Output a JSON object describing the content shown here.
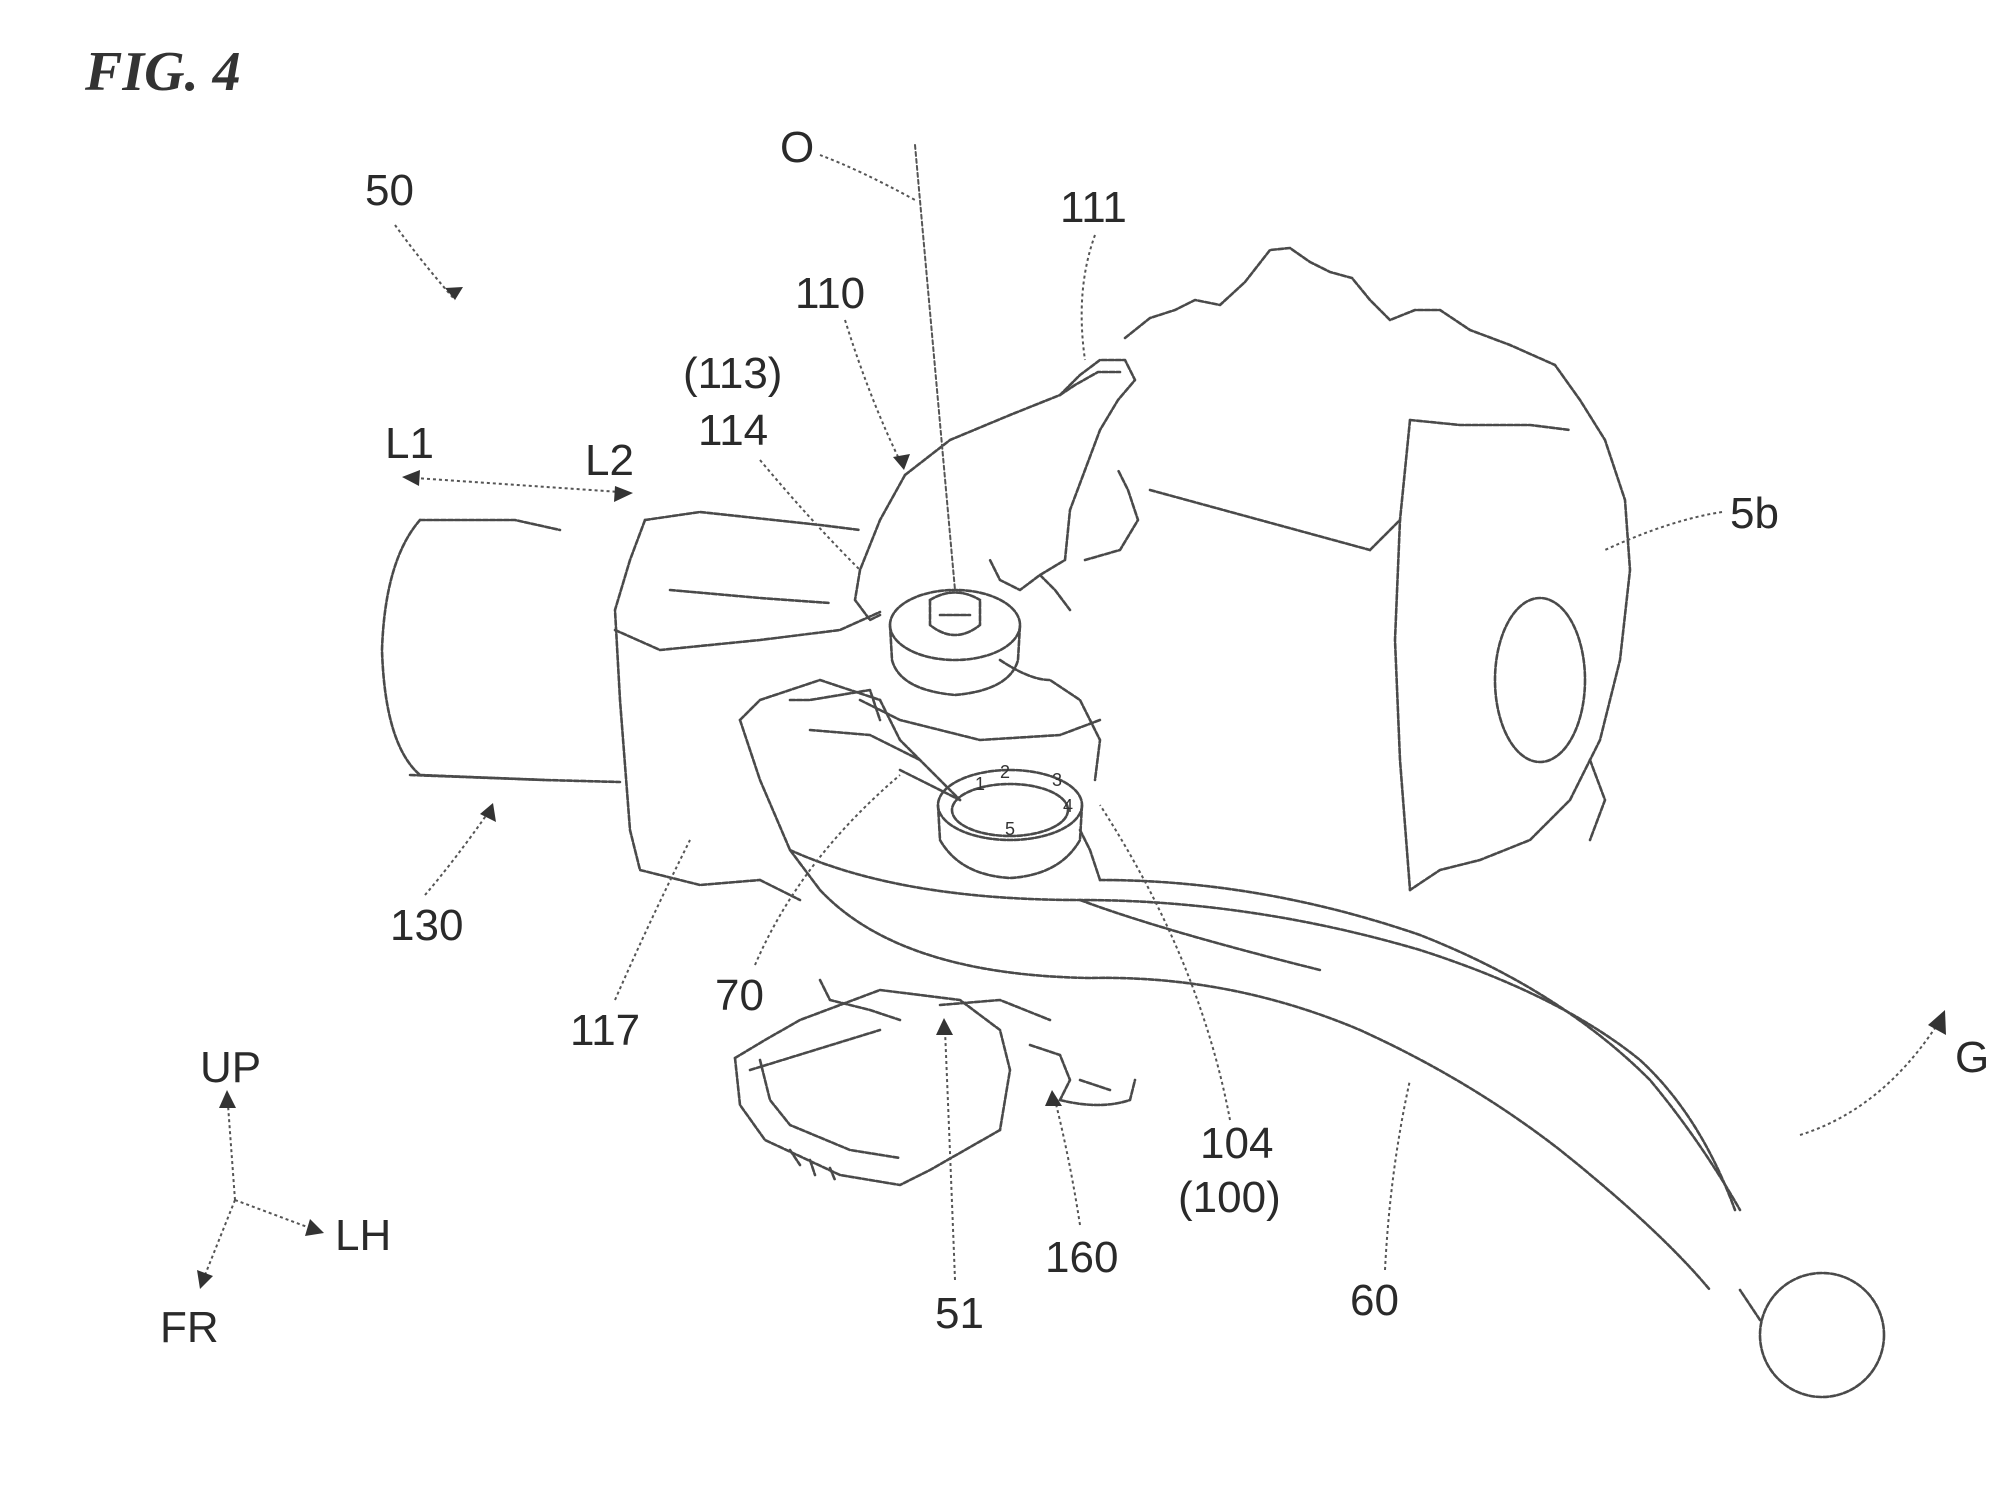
{
  "figure_title": "FIG. 4",
  "labels": {
    "l50": "50",
    "l111": "111",
    "l110": "110",
    "l113": "(113)",
    "l114": "114",
    "lO": "O",
    "lL1": "L1",
    "lL2": "L2",
    "l5b": "5b",
    "l130": "130",
    "l117": "117",
    "l70": "70",
    "l104": "104",
    "l100": "(100)",
    "lG": "G",
    "l51": "51",
    "l160": "160",
    "l60": "60"
  },
  "direction_indicator": {
    "up": "UP",
    "lh": "LH",
    "fr": "FR"
  },
  "dial_marks": [
    "1",
    "2",
    "3",
    "4",
    "5"
  ]
}
